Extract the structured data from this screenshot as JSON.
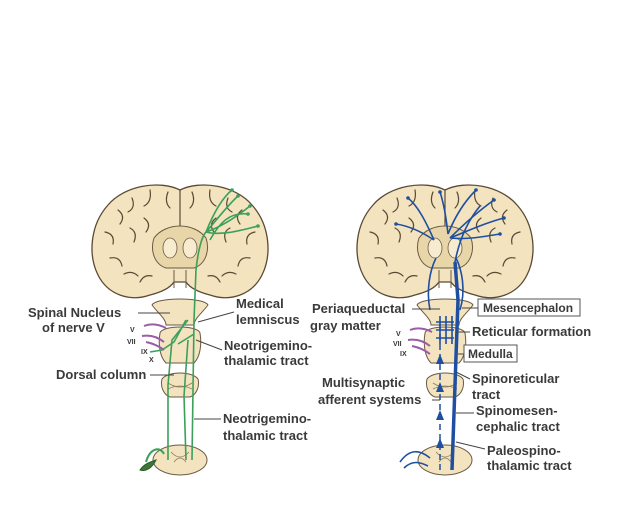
{
  "labels": {
    "spinal_nucleus_1": "Spinal Nucleus",
    "spinal_nucleus_2": "of nerve V",
    "medical_1": "Medical",
    "medical_2": "lemniscus",
    "neo_1a": "Neotrigemino-",
    "neo_1b": "thalamic tract",
    "dorsal_column": "Dorsal column",
    "neo_2a": "Neotrigemino-",
    "neo_2b": "thalamic tract",
    "peri_1": "Periaqueductal",
    "peri_2": "gray matter",
    "mesencephalon": "Mesencephalon",
    "reticular": "Reticular formation",
    "medulla": "Medulla",
    "multi_1": "Multisynaptic",
    "multi_2": "afferent systems",
    "spinoret_1": "Spinoreticular",
    "spinoret_2": "tract",
    "spinomes_1": "Spinomesen-",
    "spinomes_2": "cephalic tract",
    "paleo_1": "Paleospino-",
    "paleo_2": "thalamic tract"
  },
  "nerves": {
    "v": "V",
    "vii": "VII",
    "ix": "IX",
    "x": "X"
  },
  "colors": {
    "neotrigeminothalamic_pathway": "#3aa05a",
    "paleospinothalamic_pathway": "#1e4fa0",
    "brain_tissue": "#f3e3bf",
    "nerve_roots": "#9b5ca8"
  }
}
